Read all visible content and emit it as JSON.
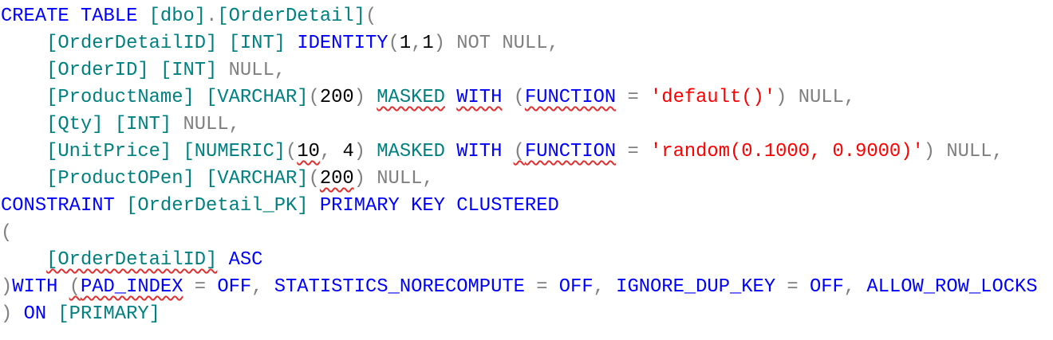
{
  "editor": {
    "language": "T-SQL",
    "colors": {
      "keyword": "#0000ff",
      "identifier": "#008080",
      "operator": "#808080",
      "string": "#ff0000",
      "number": "#000000",
      "error_squiggle": "#e03030"
    },
    "lines": [
      {
        "tokens": [
          {
            "t": "CREATE",
            "c": "kw"
          },
          {
            "t": " "
          },
          {
            "t": "TABLE",
            "c": "kw"
          },
          {
            "t": " "
          },
          {
            "t": "[dbo]",
            "c": "id"
          },
          {
            "t": ".",
            "c": "gr"
          },
          {
            "t": "[OrderDetail]",
            "c": "id"
          },
          {
            "t": "(",
            "c": "gr"
          }
        ]
      },
      {
        "tokens": [
          {
            "t": "    "
          },
          {
            "t": "[OrderDetailID]",
            "c": "id"
          },
          {
            "t": " "
          },
          {
            "t": "[INT]",
            "c": "id"
          },
          {
            "t": " "
          },
          {
            "t": "IDENTITY",
            "c": "kw"
          },
          {
            "t": "(",
            "c": "gr"
          },
          {
            "t": "1",
            "c": "num"
          },
          {
            "t": ",",
            "c": "gr"
          },
          {
            "t": "1",
            "c": "num"
          },
          {
            "t": ")",
            "c": "gr"
          },
          {
            "t": " "
          },
          {
            "t": "NOT",
            "c": "gr"
          },
          {
            "t": " "
          },
          {
            "t": "NULL",
            "c": "gr"
          },
          {
            "t": ",",
            "c": "gr"
          }
        ]
      },
      {
        "tokens": [
          {
            "t": "    "
          },
          {
            "t": "[OrderID]",
            "c": "id"
          },
          {
            "t": " "
          },
          {
            "t": "[INT]",
            "c": "id"
          },
          {
            "t": " "
          },
          {
            "t": "NULL",
            "c": "gr"
          },
          {
            "t": ",",
            "c": "gr"
          }
        ]
      },
      {
        "tokens": [
          {
            "t": "    "
          },
          {
            "t": "[ProductName]",
            "c": "id"
          },
          {
            "t": " "
          },
          {
            "t": "[VARCHAR]",
            "c": "id"
          },
          {
            "t": "(",
            "c": "gr"
          },
          {
            "t": "200",
            "c": "num"
          },
          {
            "t": ")",
            "c": "gr"
          },
          {
            "t": " "
          },
          {
            "t": "MASKED",
            "c": "id",
            "sq": true
          },
          {
            "t": " "
          },
          {
            "t": "WITH",
            "c": "kw",
            "sq": true
          },
          {
            "t": " "
          },
          {
            "t": "(",
            "c": "gr"
          },
          {
            "t": "FUNCTION",
            "c": "kw",
            "sq": true
          },
          {
            "t": " "
          },
          {
            "t": "=",
            "c": "gr"
          },
          {
            "t": " "
          },
          {
            "t": "'default()'",
            "c": "str"
          },
          {
            "t": ")",
            "c": "gr"
          },
          {
            "t": " "
          },
          {
            "t": "NULL",
            "c": "gr"
          },
          {
            "t": ",",
            "c": "gr"
          }
        ]
      },
      {
        "tokens": [
          {
            "t": "    "
          },
          {
            "t": "[Qty]",
            "c": "id"
          },
          {
            "t": " "
          },
          {
            "t": "[INT]",
            "c": "id"
          },
          {
            "t": " "
          },
          {
            "t": "NULL",
            "c": "gr"
          },
          {
            "t": ",",
            "c": "gr"
          }
        ]
      },
      {
        "tokens": [
          {
            "t": "    "
          },
          {
            "t": "[UnitPrice]",
            "c": "id"
          },
          {
            "t": " "
          },
          {
            "t": "[NUMERIC]",
            "c": "id"
          },
          {
            "t": "(",
            "c": "gr"
          },
          {
            "t": "10",
            "c": "num",
            "sq": true
          },
          {
            "t": ",",
            "c": "gr"
          },
          {
            "t": " "
          },
          {
            "t": "4",
            "c": "num"
          },
          {
            "t": ")",
            "c": "gr"
          },
          {
            "t": " "
          },
          {
            "t": "MASKED",
            "c": "id"
          },
          {
            "t": " "
          },
          {
            "t": "WITH",
            "c": "kw"
          },
          {
            "t": " "
          },
          {
            "t": "(",
            "c": "gr",
            "sq": true
          },
          {
            "t": "FUNCTION",
            "c": "kw",
            "sq": true
          },
          {
            "t": " "
          },
          {
            "t": "=",
            "c": "gr"
          },
          {
            "t": " "
          },
          {
            "t": "'random(0.1000, 0.9000)'",
            "c": "str"
          },
          {
            "t": ")",
            "c": "gr"
          },
          {
            "t": " "
          },
          {
            "t": "NULL",
            "c": "gr"
          },
          {
            "t": ",",
            "c": "gr"
          }
        ]
      },
      {
        "tokens": [
          {
            "t": "    "
          },
          {
            "t": "[ProductOPen]",
            "c": "id"
          },
          {
            "t": " "
          },
          {
            "t": "[VARCHAR]",
            "c": "id"
          },
          {
            "t": "(",
            "c": "gr"
          },
          {
            "t": "200",
            "c": "num",
            "sq": true
          },
          {
            "t": ")",
            "c": "gr"
          },
          {
            "t": " "
          },
          {
            "t": "NULL",
            "c": "gr"
          },
          {
            "t": ",",
            "c": "gr"
          }
        ]
      },
      {
        "tokens": [
          {
            "t": "CONSTRAINT",
            "c": "kw"
          },
          {
            "t": " "
          },
          {
            "t": "[OrderDetail_PK]",
            "c": "id"
          },
          {
            "t": " "
          },
          {
            "t": "PRIMARY",
            "c": "kw"
          },
          {
            "t": " "
          },
          {
            "t": "KEY",
            "c": "kw"
          },
          {
            "t": " "
          },
          {
            "t": "CLUSTERED",
            "c": "kw"
          }
        ]
      },
      {
        "tokens": [
          {
            "t": "(",
            "c": "gr"
          }
        ]
      },
      {
        "tokens": [
          {
            "t": "    "
          },
          {
            "t": "[OrderDetailID]",
            "c": "id",
            "sq": true
          },
          {
            "t": " "
          },
          {
            "t": "ASC",
            "c": "kw"
          }
        ]
      },
      {
        "tokens": [
          {
            "t": ")",
            "c": "gr"
          },
          {
            "t": "WITH",
            "c": "kw"
          },
          {
            "t": " "
          },
          {
            "t": "(",
            "c": "gr",
            "sq": true
          },
          {
            "t": "PAD_INDEX",
            "c": "kw",
            "sq": true
          },
          {
            "t": " "
          },
          {
            "t": "=",
            "c": "gr"
          },
          {
            "t": " "
          },
          {
            "t": "OFF",
            "c": "kw"
          },
          {
            "t": ",",
            "c": "gr"
          },
          {
            "t": " "
          },
          {
            "t": "STATISTICS_NORECOMPUTE",
            "c": "kw"
          },
          {
            "t": " "
          },
          {
            "t": "=",
            "c": "gr"
          },
          {
            "t": " "
          },
          {
            "t": "OFF",
            "c": "kw"
          },
          {
            "t": ",",
            "c": "gr"
          },
          {
            "t": " "
          },
          {
            "t": "IGNORE_DUP_KEY",
            "c": "kw"
          },
          {
            "t": " "
          },
          {
            "t": "=",
            "c": "gr"
          },
          {
            "t": " "
          },
          {
            "t": "OFF",
            "c": "kw"
          },
          {
            "t": ",",
            "c": "gr"
          },
          {
            "t": " "
          },
          {
            "t": "ALLOW_ROW_LOCKS",
            "c": "kw"
          }
        ]
      },
      {
        "tokens": [
          {
            "t": ")",
            "c": "gr"
          },
          {
            "t": " "
          },
          {
            "t": "ON",
            "c": "kw"
          },
          {
            "t": " "
          },
          {
            "t": "[PRIMARY]",
            "c": "id"
          }
        ]
      }
    ]
  }
}
